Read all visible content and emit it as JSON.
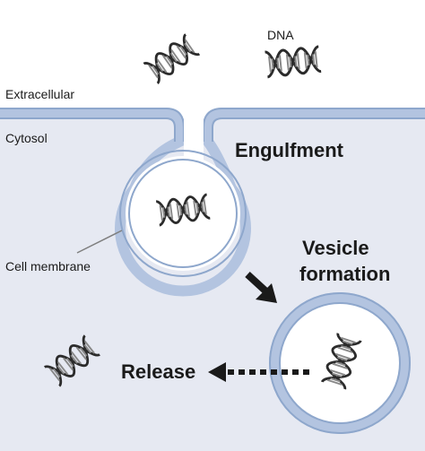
{
  "labels": {
    "dna": "DNA",
    "extracellular": "Extracellular",
    "cytosol": "Cytosol",
    "engulfment": "Engulfment",
    "vesicle_formation_line1": "Vesicle",
    "vesicle_formation_line2": "formation",
    "cell_membrane": "Cell membrane",
    "release": "Release"
  },
  "colors": {
    "cytosol_fill": "#e6e9f2",
    "vesicle_interior": "#ffffff",
    "membrane_line": "#8ea7cc",
    "membrane_fill": "#d6e0f0",
    "dna_stroke": "#2b2b2b",
    "dna_fill": "#9a9a9a",
    "arrow": "#1a1a1a"
  },
  "icons": {
    "dna": "dna-helix-icon",
    "arrow_down": "arrow-down-right-icon",
    "arrow_release": "dashed-arrow-left-icon"
  }
}
